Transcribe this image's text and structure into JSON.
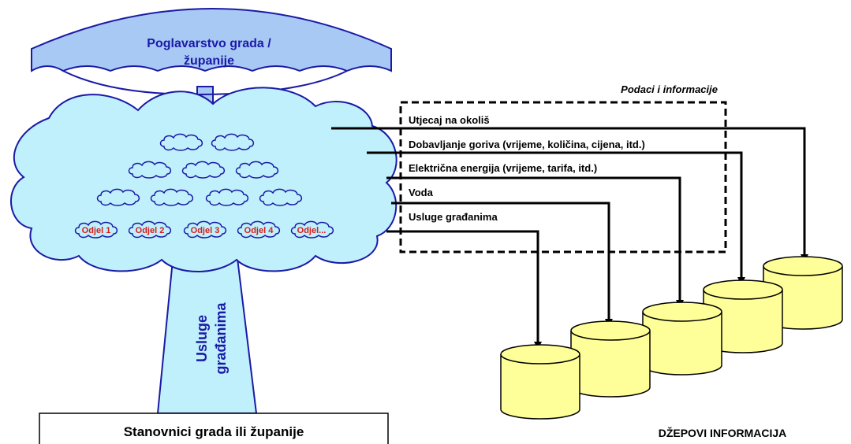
{
  "colors": {
    "umbrella": "#a9c9f5",
    "cloud": "#bff0fb",
    "trunk": "#bff0fb",
    "dept_text": "#d81c1c",
    "title_blue": "#1a1aa6",
    "cylinder": "#ffff99",
    "line": "#000000"
  },
  "umbrella": {
    "line1": "Poglavarstvo grada /",
    "line2": "županije"
  },
  "data_box": {
    "title": "Podaci i informacije"
  },
  "flows": [
    "Utjecaj na okoliš",
    "Dobavljanje goriva (vrijeme, količina, cijena, itd.)",
    "Električna energija (vrijeme, tarifa, itd.)",
    "Voda",
    "Usluge građanima"
  ],
  "departments": [
    "Odjel 1",
    "Odjel 2",
    "Odjel 3",
    "Odjel 4",
    "Odjel..."
  ],
  "trunk": {
    "line1": "Usluge",
    "line2": "građanima"
  },
  "base": {
    "label": "Stanovnici grada ili županije"
  },
  "pockets": {
    "label": "DŽEPOVI INFORMACIJA"
  },
  "icons": {
    "dept_cloud": "small-cloud-icon",
    "database": "database-cylinder-icon"
  }
}
